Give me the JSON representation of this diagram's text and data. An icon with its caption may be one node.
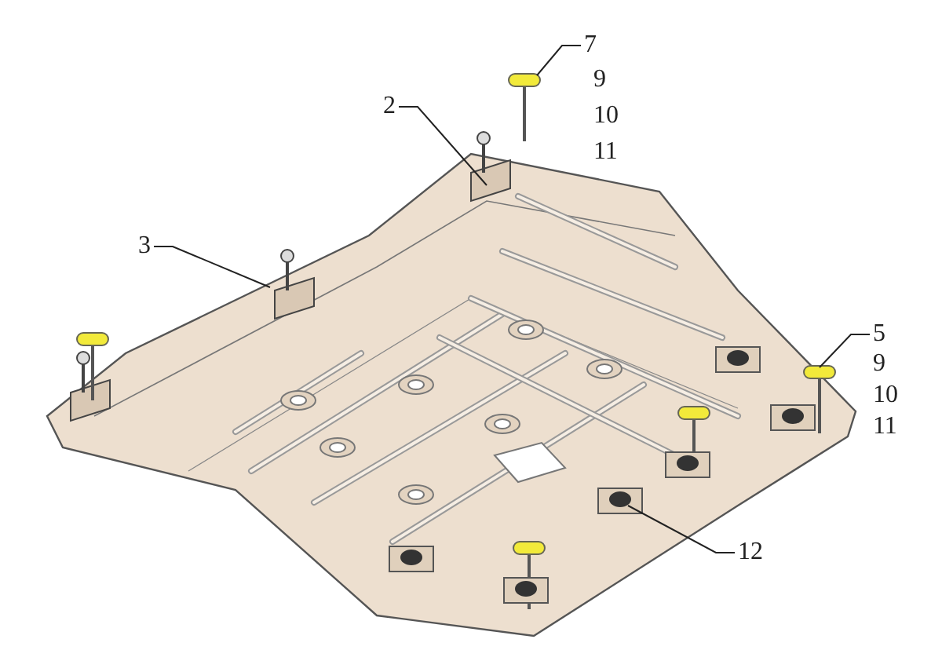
{
  "diagram": {
    "nodes": [
      {
        "text": [
          "7"
        ]
      },
      {
        "text": [
          "2"
        ]
      },
      {
        "text": [
          "3"
        ]
      },
      {
        "text": [
          "5"
        ]
      },
      {
        "text": [
          "12"
        ]
      }
    ],
    "edges": [
      {
        "from": 0,
        "to": null,
        "arrow": "none"
      },
      {
        "from": 1,
        "to": null,
        "arrow": "none"
      },
      {
        "from": 2,
        "to": null,
        "arrow": "none"
      },
      {
        "from": 3,
        "to": null,
        "arrow": "none"
      },
      {
        "from": 4,
        "to": null,
        "arrow": "none"
      }
    ],
    "labels": [
      "9",
      "10",
      "11",
      "9",
      "10",
      "11"
    ]
  }
}
